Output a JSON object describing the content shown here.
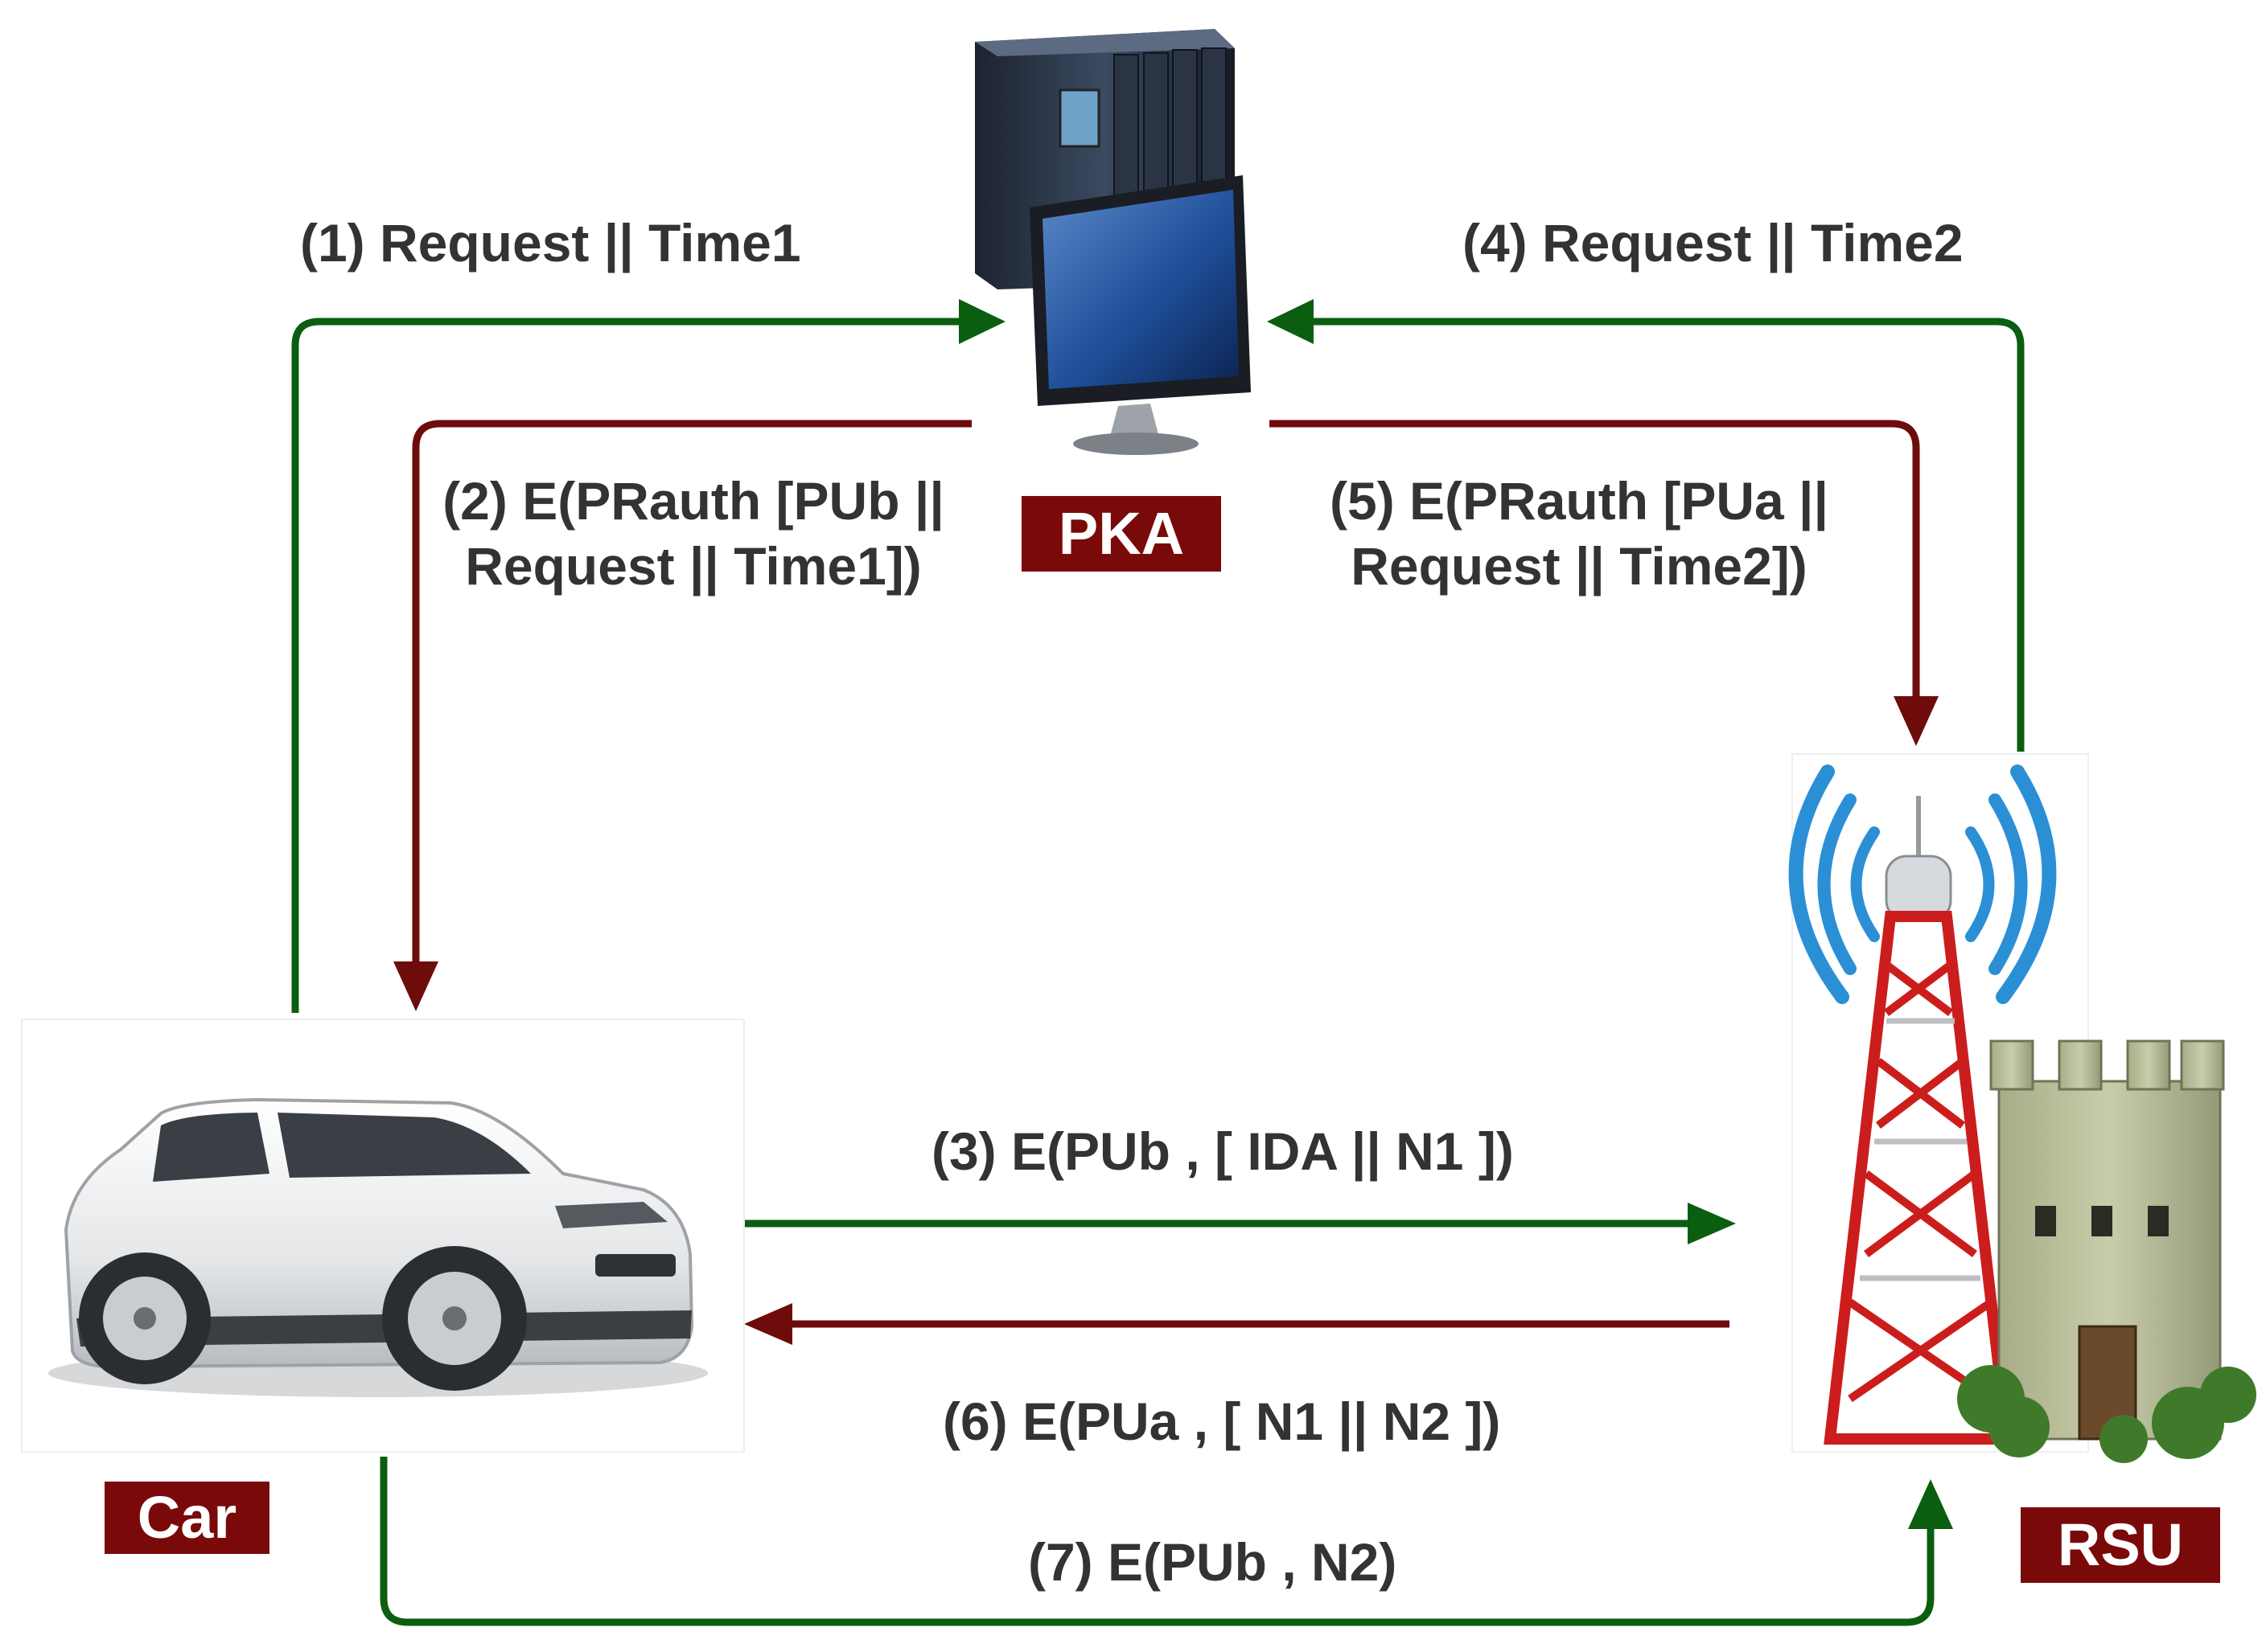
{
  "nodes": {
    "pka": {
      "label": "PKA",
      "icon": "server-computer-icon"
    },
    "car": {
      "label": "Car",
      "icon": "car-icon"
    },
    "rsu": {
      "label": "RSU",
      "icon": "cell-tower-castle-icon"
    }
  },
  "messages": {
    "m1": "(1) Request || Time1",
    "m2_line1": "(2) E(PRauth [PUb ||",
    "m2_line2": "Request || Time1])",
    "m3": "(3) E(PUb , [ IDA || N1 ])",
    "m4": "(4) Request || Time2",
    "m5_line1": "(5) E(PRauth [PUa ||",
    "m5_line2": "Request || Time2])",
    "m6": "(6) E(PUa , [ N1 || N2 ])",
    "m7": "(7) E(PUb , N2)"
  },
  "colors": {
    "request_arrow": "#0b5e10",
    "response_arrow": "#6e0b0b",
    "label_bg": "#7a0a0a",
    "label_text": "#ffffff",
    "message_text": "#333333"
  }
}
